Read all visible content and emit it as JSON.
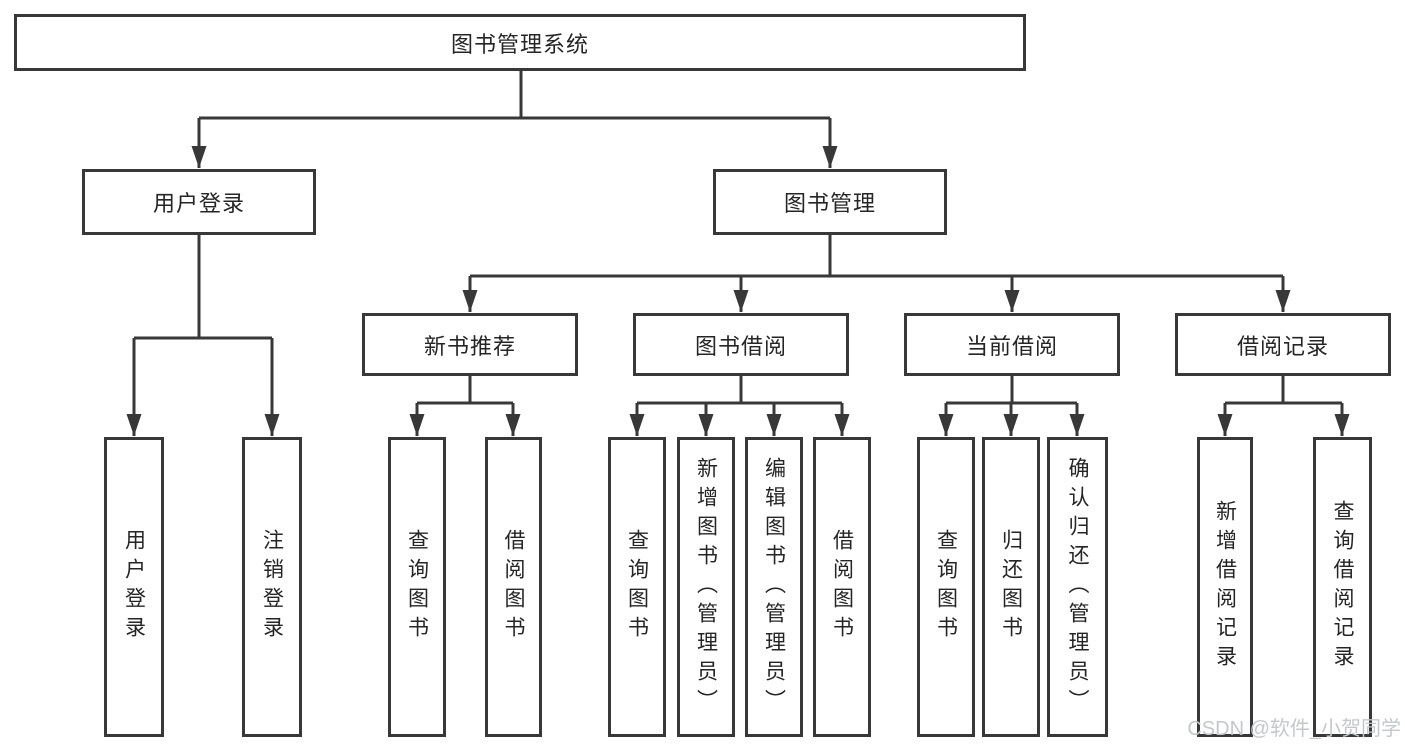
{
  "diagram_title": "图书管理系统",
  "tree": {
    "label": "图书管理系统",
    "children": [
      {
        "label": "用户登录",
        "children": [
          {
            "label": "用户登录"
          },
          {
            "label": "注销登录"
          }
        ]
      },
      {
        "label": "图书管理",
        "children": [
          {
            "label": "新书推荐",
            "children": [
              {
                "label": "查询图书"
              },
              {
                "label": "借阅图书"
              }
            ]
          },
          {
            "label": "图书借阅",
            "children": [
              {
                "label": "查询图书"
              },
              {
                "label": "新增图书（管理员）"
              },
              {
                "label": "编辑图书（管理员）"
              },
              {
                "label": "借阅图书"
              }
            ]
          },
          {
            "label": "当前借阅",
            "children": [
              {
                "label": "查询图书"
              },
              {
                "label": "归还图书"
              },
              {
                "label": "确认归还（管理员）"
              }
            ]
          },
          {
            "label": "借阅记录",
            "children": [
              {
                "label": "新增借阅记录"
              },
              {
                "label": "查询借阅记录"
              }
            ]
          }
        ]
      }
    ]
  },
  "watermark": {
    "text": "CSDN @软件_小贺同学"
  },
  "colors": {
    "line": "#383838",
    "box_border": "#383838",
    "box_fill": "#ffffff",
    "text": "#252525",
    "watermark": "#c4c8cc",
    "background": "#ffffff"
  }
}
